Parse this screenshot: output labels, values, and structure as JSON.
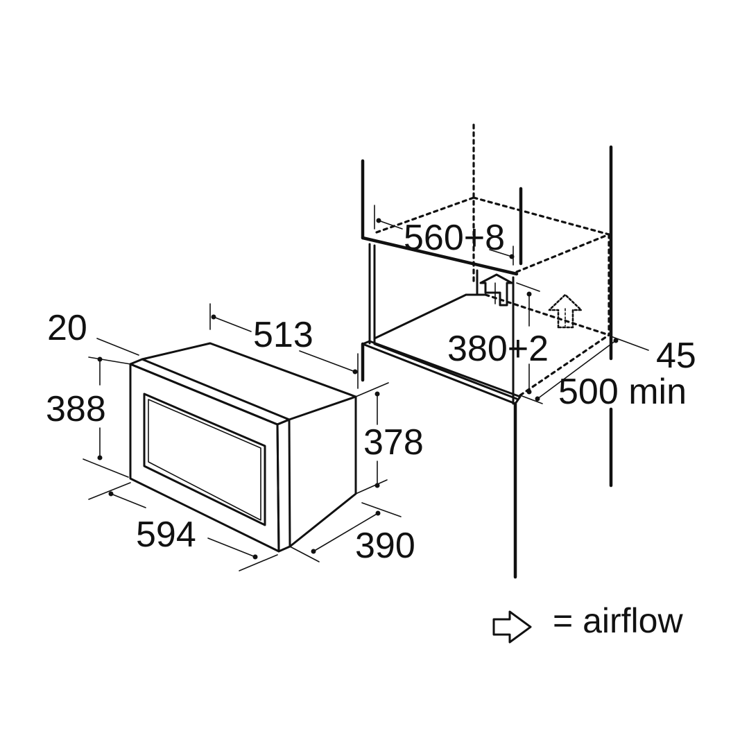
{
  "appliance": {
    "width": "594",
    "depth": "390",
    "body_width": "513",
    "front_height": "388",
    "body_height": "378",
    "door_depth": "20"
  },
  "niche": {
    "width": "560+8",
    "height": "380+2",
    "depth": "500 min",
    "rear_gap": "45"
  },
  "legend": {
    "label": "= airflow",
    "icon": "outline-arrow-icon"
  }
}
